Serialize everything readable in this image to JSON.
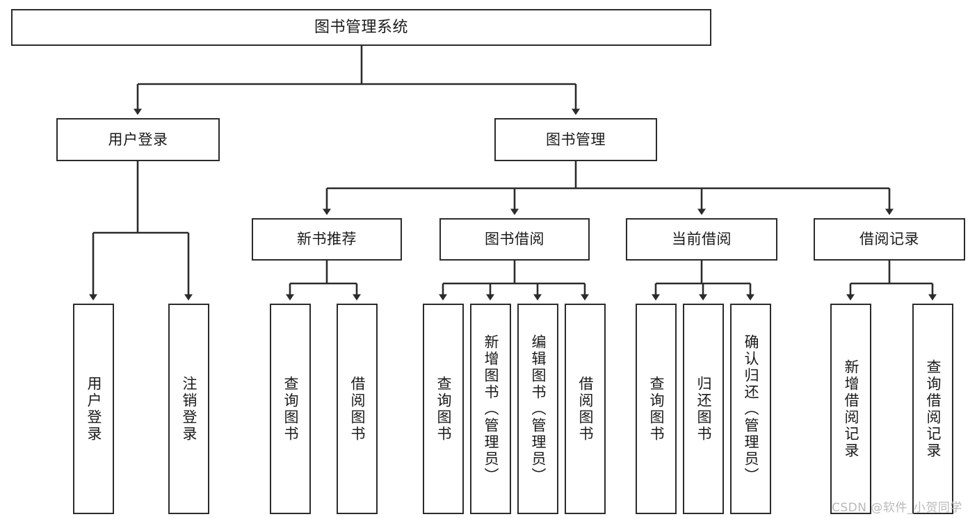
{
  "diagram": {
    "title": "图书管理系统",
    "type": "tree-hierarchy",
    "root": {
      "label": "图书管理系统"
    },
    "level2": [
      {
        "label": "用户登录"
      },
      {
        "label": "图书管理"
      }
    ],
    "level3": [
      {
        "label": "新书推荐"
      },
      {
        "label": "图书借阅"
      },
      {
        "label": "当前借阅"
      },
      {
        "label": "借阅记录"
      }
    ],
    "leaves": {
      "user_login": [
        {
          "label": "用户登录"
        },
        {
          "label": "注销登录"
        }
      ],
      "new_book_recommend": [
        {
          "label": "查询图书"
        },
        {
          "label": "借阅图书"
        }
      ],
      "book_borrow": [
        {
          "label": "查询图书"
        },
        {
          "label": "新增图书（管理员）"
        },
        {
          "label": "编辑图书（管理员）"
        },
        {
          "label": "借阅图书"
        }
      ],
      "current_borrow": [
        {
          "label": "查询图书"
        },
        {
          "label": "归还图书"
        },
        {
          "label": "确认归还（管理员）"
        }
      ],
      "borrow_record": [
        {
          "label": "新增借阅记录"
        },
        {
          "label": "查询借阅记录"
        }
      ]
    },
    "watermark": "CSDN @软件_小贺同学",
    "colors": {
      "stroke": "#2b2b2b",
      "fill": "#ffffff",
      "text": "#1a1a1a",
      "watermark": "#b9b9b9"
    }
  }
}
